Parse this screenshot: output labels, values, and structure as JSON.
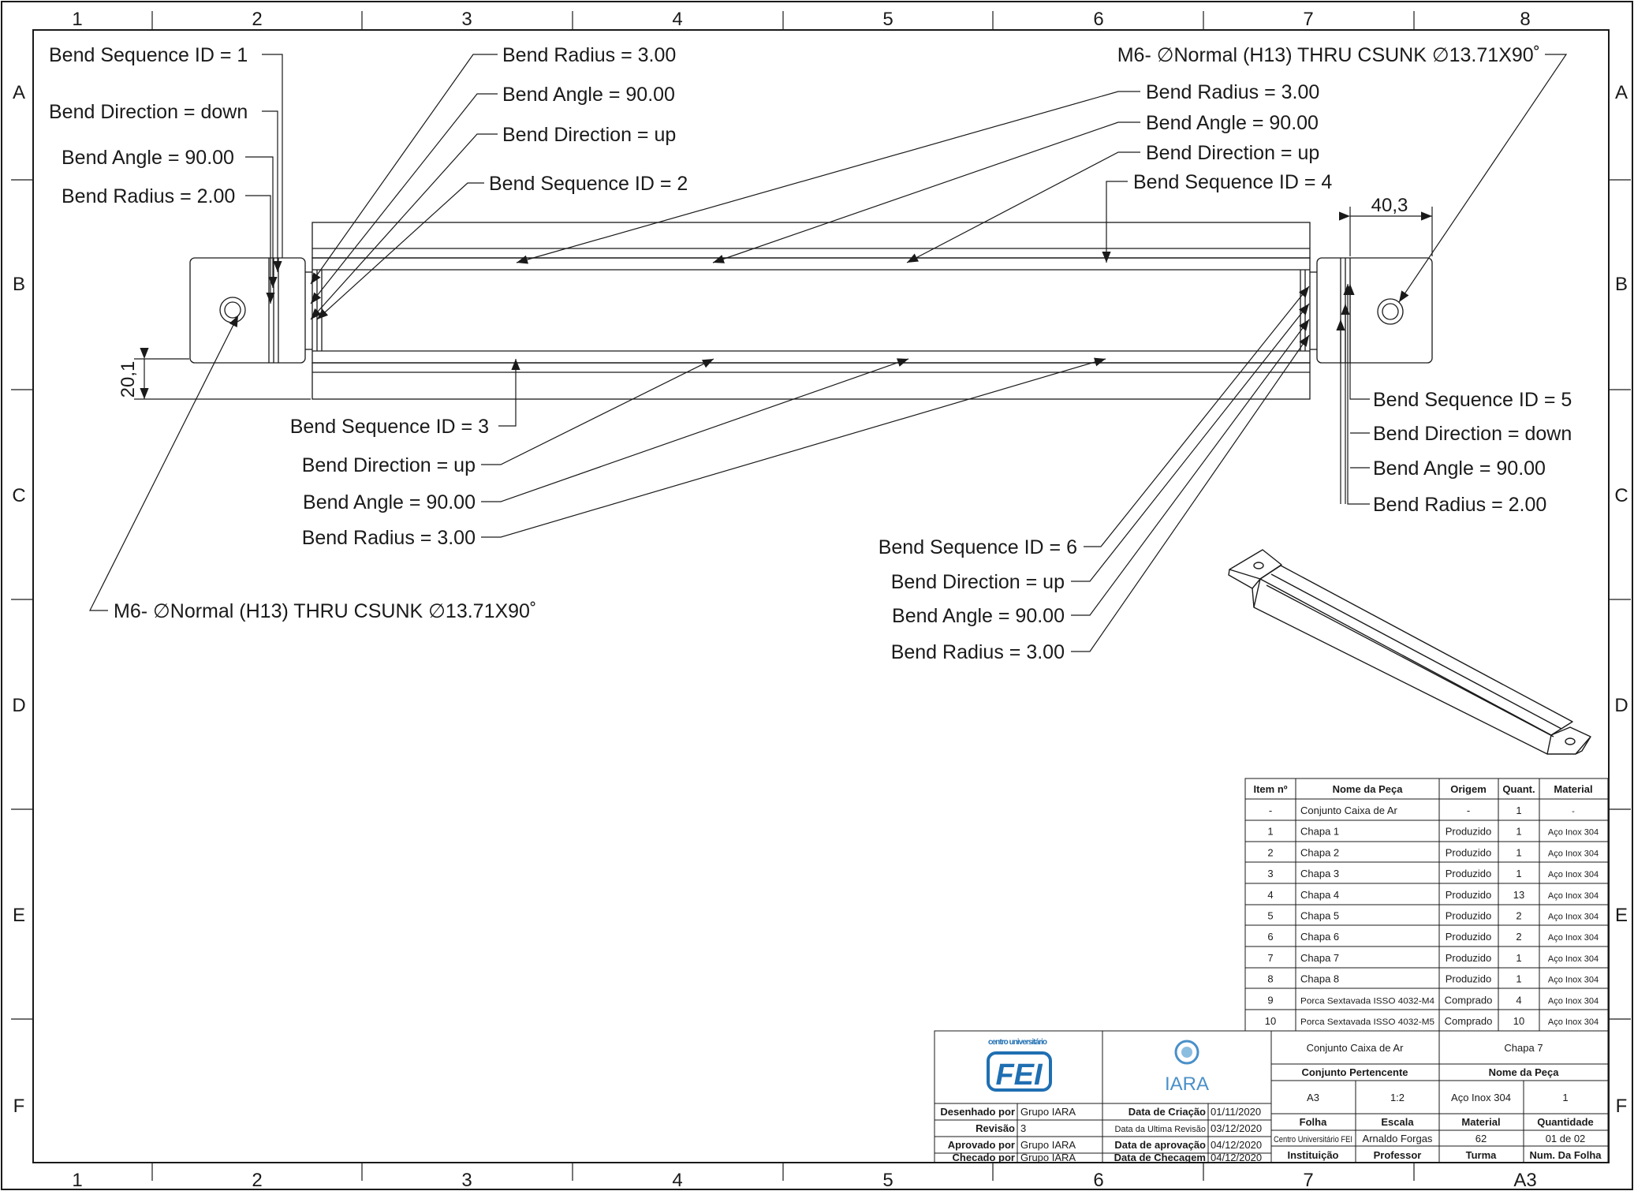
{
  "zones": {
    "columns": [
      "1",
      "2",
      "3",
      "4",
      "5",
      "6",
      "7",
      "8"
    ],
    "bottom_columns": [
      "1",
      "2",
      "3",
      "4",
      "5",
      "6",
      "7",
      "A3"
    ],
    "rows": [
      "A",
      "B",
      "C",
      "D",
      "E",
      "F"
    ]
  },
  "labels": {
    "b1_seq": "Bend Sequence ID = 1",
    "b1_dir": "Bend Direction = down",
    "b1_angle": "Bend Angle = 90.00",
    "b1_radius": "Bend Radius = 2.00",
    "b2_radius": "Bend Radius = 3.00",
    "b2_angle": "Bend Angle = 90.00",
    "b2_dir": "Bend Direction = up",
    "b2_seq": "Bend Sequence ID = 2",
    "hole_right": "M6- ∅Normal (H13) THRU CSUNK ∅13.71X90˚",
    "b4_radius": "Bend Radius = 3.00",
    "b4_angle": "Bend Angle = 90.00",
    "b4_dir": "Bend Direction = up",
    "b4_seq": "Bend Sequence ID = 4",
    "dim_width": "40,3",
    "dim_height": "20,1",
    "b3_seq": "Bend Sequence ID = 3",
    "b3_dir": "Bend Direction = up",
    "b3_angle": "Bend Angle = 90.00",
    "b3_radius": "Bend Radius = 3.00",
    "b5_seq": "Bend Sequence ID = 5",
    "b5_dir": "Bend Direction = down",
    "b5_angle": "Bend Angle = 90.00",
    "b5_radius": "Bend Radius = 2.00",
    "b6_seq": "Bend Sequence ID = 6",
    "b6_dir": "Bend Direction = up",
    "b6_angle": "Bend Angle = 90.00",
    "b6_radius": "Bend Radius = 3.00",
    "hole_left": "M6- ∅Normal (H13) THRU CSUNK ∅13.71X90˚"
  },
  "bom": {
    "headers": [
      "Item nº",
      "Nome da Peça",
      "Origem",
      "Quant.",
      "Material"
    ],
    "rows": [
      [
        "-",
        "Conjunto Caixa de Ar",
        "-",
        "1",
        "-"
      ],
      [
        "1",
        "Chapa 1",
        "Produzido",
        "1",
        "Aço Inox 304"
      ],
      [
        "2",
        "Chapa 2",
        "Produzido",
        "1",
        "Aço Inox 304"
      ],
      [
        "3",
        "Chapa 3",
        "Produzido",
        "1",
        "Aço Inox 304"
      ],
      [
        "4",
        "Chapa 4",
        "Produzido",
        "13",
        "Aço Inox 304"
      ],
      [
        "5",
        "Chapa 5",
        "Produzido",
        "2",
        "Aço Inox 304"
      ],
      [
        "6",
        "Chapa 6",
        "Produzido",
        "2",
        "Aço Inox 304"
      ],
      [
        "7",
        "Chapa 7",
        "Produzido",
        "1",
        "Aço Inox 304"
      ],
      [
        "8",
        "Chapa 8",
        "Produzido",
        "1",
        "Aço Inox 304"
      ],
      [
        "9",
        "Porca Sextavada ISSO 4032-M4",
        "Comprado",
        "4",
        "Aço Inox 304"
      ],
      [
        "10",
        "Porca Sextavada ISSO 4032-M5",
        "Comprado",
        "10",
        "Aço Inox 304"
      ]
    ]
  },
  "title_block": {
    "fei_small": "centro universitário",
    "fei_logo": "FEI",
    "iara_logo": "IARA",
    "drawn_by_label": "Desenhado por",
    "drawn_by": "Grupo IARA",
    "revision_label": "Revisão",
    "revision": "3",
    "approved_by_label": "Aprovado por",
    "approved_by": "Grupo IARA",
    "checked_by_label": "Checado por",
    "checked_by": "Grupo IARA",
    "created_label": "Data de Criação",
    "created": "01/11/2020",
    "last_rev_label": "Data da Ultima Revisão",
    "last_rev": "03/12/2020",
    "approval_date_label": "Data de aprovação",
    "approval_date": "04/12/2020",
    "check_date_label": "Data de Checagem",
    "check_date": "04/12/2020",
    "assembly": "Conjunto Caixa de Ar",
    "assembly_label": "Conjunto Pertencente",
    "part_name": "Chapa 7",
    "part_name_label": "Nome da Peça",
    "sheet_size": "A3",
    "sheet_size_label": "Folha",
    "scale": "1:2",
    "scale_label": "Escala",
    "material": "Aço Inox 304",
    "material_label": "Material",
    "quantity": "1",
    "quantity_label": "Quantidade",
    "institution": "Centro Universitário FEI",
    "institution_label": "Instituição",
    "professor": "Arnaldo Forgas",
    "professor_label": "Professor",
    "class": "62",
    "class_label": "Turma",
    "sheet_num": "01 de 02",
    "sheet_num_label": "Num. Da Folha"
  }
}
